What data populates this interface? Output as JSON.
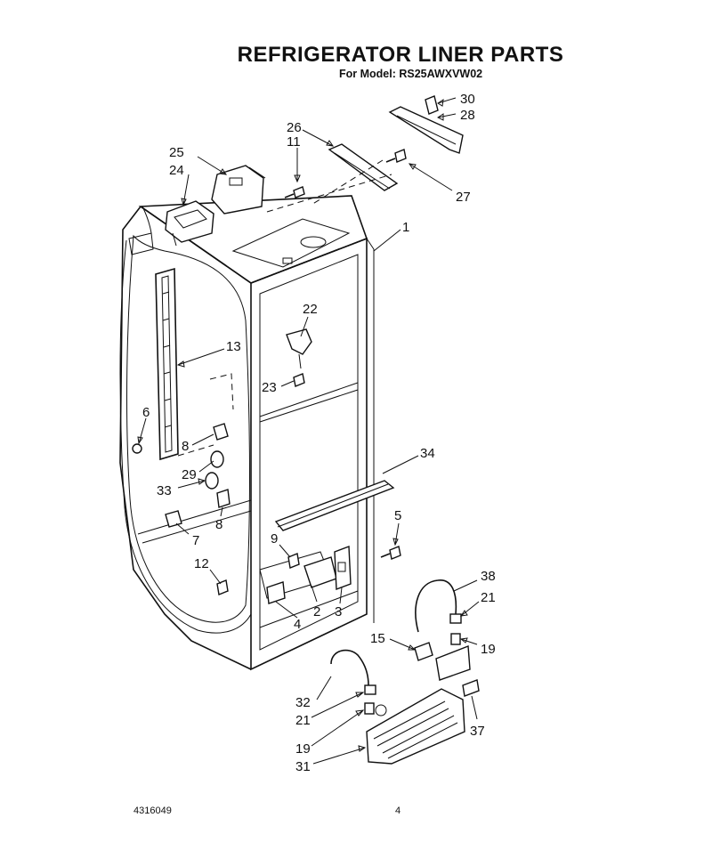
{
  "header": {
    "title": "REFRIGERATOR LINER PARTS",
    "subtitle": "For Model: RS25AWXVW02"
  },
  "footer": {
    "doc_number": "4316049",
    "page_number": "4"
  },
  "callouts": {
    "c30": "30",
    "c28": "28",
    "c26": "26",
    "c11": "11",
    "c25": "25",
    "c24": "24",
    "c27": "27",
    "c1": "1",
    "c22": "22",
    "c13": "13",
    "c23": "23",
    "c6": "6",
    "c8a": "8",
    "c29": "29",
    "c34": "34",
    "c33": "33",
    "c8b": "8",
    "c5": "5",
    "c7": "7",
    "c9": "9",
    "c12": "12",
    "c38": "38",
    "c21a": "21",
    "c2": "2",
    "c3": "3",
    "c4": "4",
    "c15": "15",
    "c19a": "19",
    "c32": "32",
    "c21b": "21",
    "c37": "37",
    "c19b": "19",
    "c31": "31"
  }
}
